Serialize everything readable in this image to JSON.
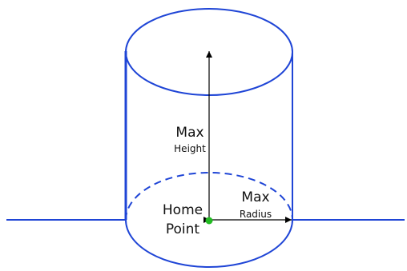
{
  "diagram": {
    "labels": {
      "max_height_line1": "Max",
      "max_height_line2": "Height",
      "max_radius_line1": "Max",
      "max_radius_line2": "Radius",
      "home_line1": "Home",
      "home_line2": "Point"
    },
    "colors": {
      "cylinder_stroke": "#1f45d6",
      "arrow": "#000000",
      "home_point": "#22bb22",
      "text": "#111111"
    }
  }
}
